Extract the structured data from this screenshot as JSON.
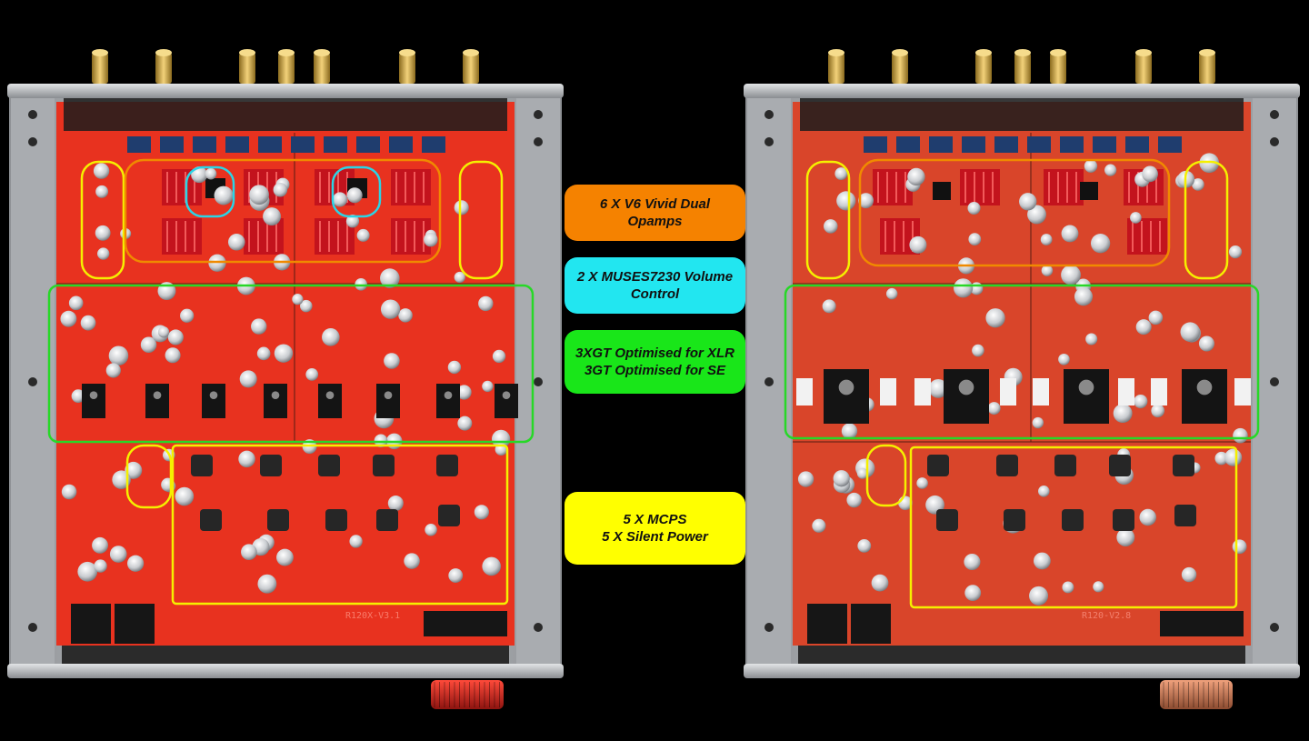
{
  "colors": {
    "background": "#000000",
    "pcb_left": "#e8321f",
    "pcb_right": "#d9452a",
    "chassis": "#b9bcc0",
    "opamp_highlight": "#f08a00",
    "volume_highlight": "#2ad4e6",
    "output_highlight": "#27d827",
    "power_highlight": "#f5f000",
    "knob_left": "#d8241c",
    "knob_right": "#c97a55"
  },
  "labels": {
    "opamps": {
      "line1": "6 X V6 Vivid Dual",
      "line2": "Opamps",
      "color": "#f58200"
    },
    "volume": {
      "line1": "2 X MUSES7230 Volume",
      "line2": "Control",
      "color": "#22e6f0"
    },
    "xlr": {
      "line1": "3XGT Optimised for XLR",
      "line2": "3GT Optimised for SE",
      "color": "#19e619"
    },
    "power": {
      "line1": "5 X MCPS",
      "line2": "5 X Silent Power",
      "color": "#ffff00"
    }
  },
  "boards": {
    "left": {
      "silkscreen": "R120X-V3.1"
    },
    "right": {
      "silkscreen": "R120-V2.8"
    }
  },
  "icons": {
    "left_volume_knob": "volume-knob-icon",
    "right_volume_knob": "volume-knob-icon"
  }
}
